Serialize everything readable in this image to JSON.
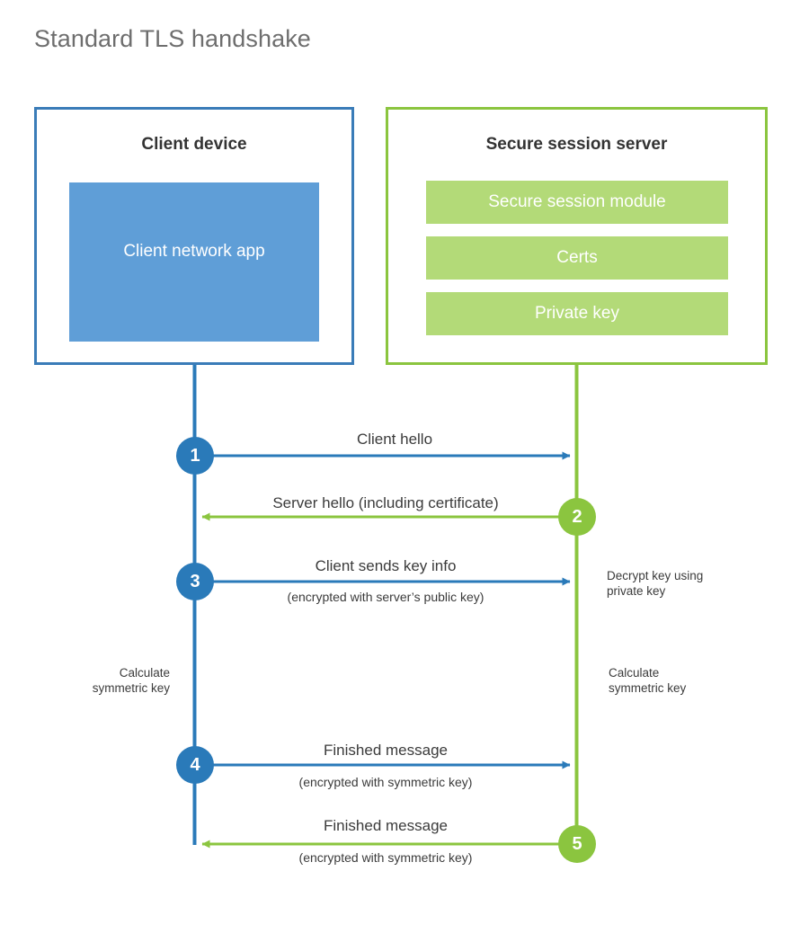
{
  "title": "Standard TLS handshake",
  "colors": {
    "client_border": "#3a7cb8",
    "client_fill": "#5f9ed7",
    "client_accent": "#2a7ab9",
    "server_border": "#8bc53f",
    "server_fill": "#b3da78",
    "server_accent": "#8bc53f",
    "title_text": "#6e6e6e",
    "body_text": "#3b3b3b",
    "background": "#ffffff"
  },
  "client": {
    "title": "Client device",
    "app_label": "Client network app"
  },
  "server": {
    "title": "Secure session server",
    "items": [
      {
        "label": "Secure session module"
      },
      {
        "label": "Certs"
      },
      {
        "label": "Private key"
      }
    ]
  },
  "steps": [
    {
      "number": "1",
      "side": "client",
      "direction": "client-to-server",
      "main_label": "Client hello",
      "sub_label": ""
    },
    {
      "number": "2",
      "side": "server",
      "direction": "server-to-client",
      "main_label": "Server hello (including certificate)",
      "sub_label": ""
    },
    {
      "number": "3",
      "side": "client",
      "direction": "client-to-server",
      "main_label": "Client sends key info",
      "sub_label": "(encrypted with server’s public key)"
    },
    {
      "number": "4",
      "side": "client",
      "direction": "client-to-server",
      "main_label": "Finished message",
      "sub_label": "(encrypted with symmetric key)"
    },
    {
      "number": "5",
      "side": "server",
      "direction": "server-to-client",
      "main_label": "Finished message",
      "sub_label": "(encrypted with symmetric key)"
    }
  ],
  "notes": {
    "server_decrypt_line1": "Decrypt key using",
    "server_decrypt_line2": "private key",
    "client_calc_line1": "Calculate",
    "client_calc_line2": "symmetric key",
    "server_calc_line1": "Calculate",
    "server_calc_line2": "symmetric key"
  }
}
